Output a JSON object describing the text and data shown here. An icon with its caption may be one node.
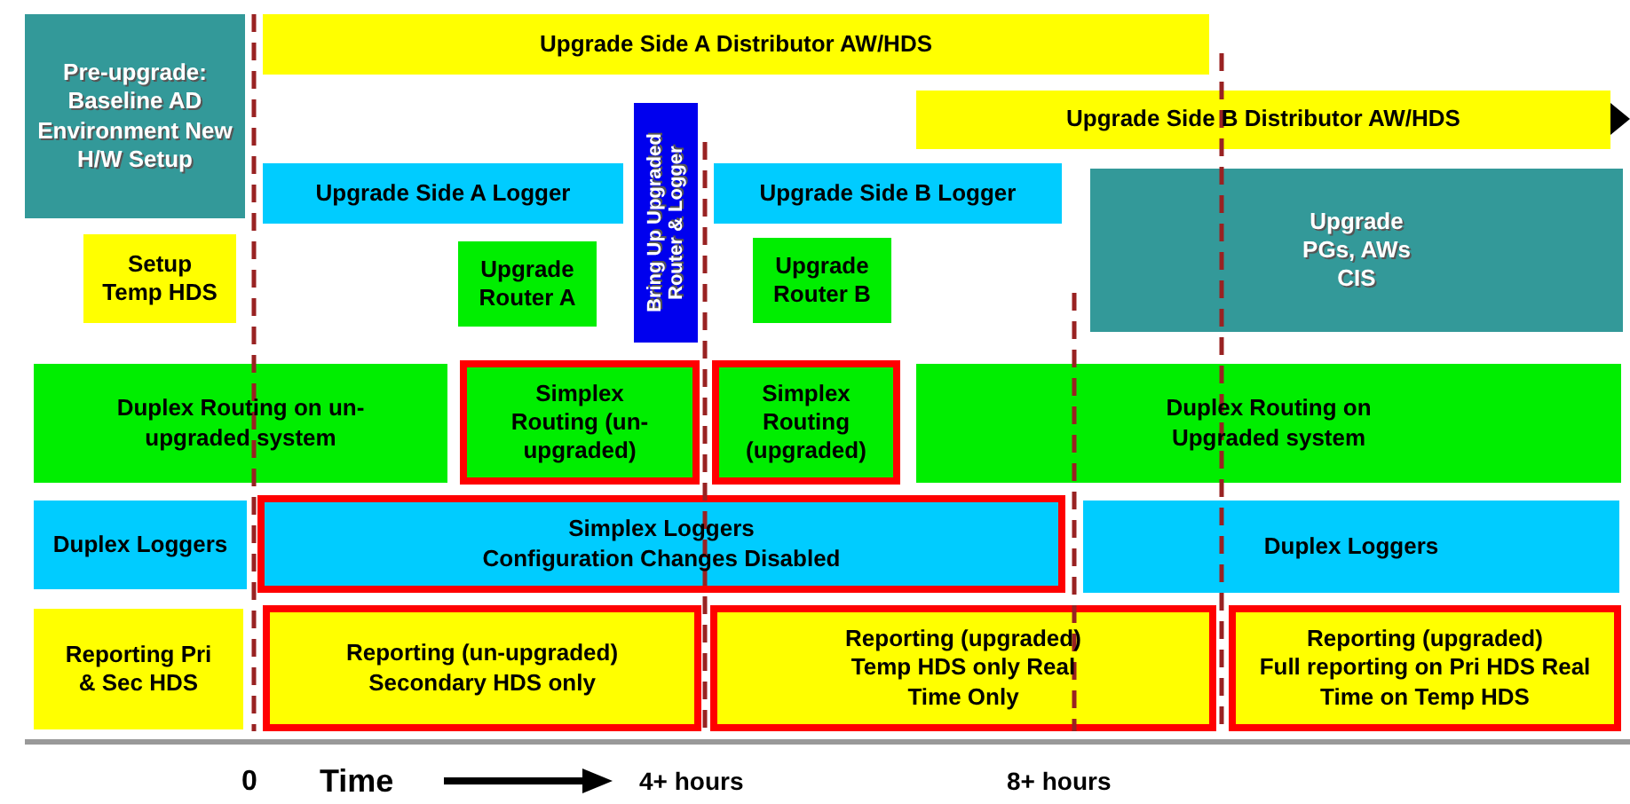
{
  "diagram": {
    "nodes": [
      {
        "text": [
          "Pre-upgrade:",
          "Baseline AD Environment New H/W Setup"
        ]
      },
      {
        "text": [
          "Upgrade Side A Distributor AW/HDS"
        ]
      },
      {
        "text": [
          "Upgrade Side B Distributor AW/HDS"
        ]
      },
      {
        "text": [
          "Setup Temp HDS"
        ]
      },
      {
        "text": [
          "Upgrade Side A Logger"
        ]
      },
      {
        "text": [
          "Upgrade Router A"
        ]
      },
      {
        "text": [
          "Bring Up Upgraded Router & Logger"
        ]
      },
      {
        "text": [
          "Upgrade Side B Logger"
        ]
      },
      {
        "text": [
          "Upgrade Router B"
        ]
      },
      {
        "text": [
          "Upgrade PGs, AWs CIS"
        ]
      },
      {
        "text": [
          "Duplex Routing on un-upgraded system"
        ]
      },
      {
        "text": [
          "Simplex Routing (un-upgraded)"
        ]
      },
      {
        "text": [
          "Simplex Routing (upgraded)"
        ]
      },
      {
        "text": [
          "Duplex Routing on Upgraded system"
        ]
      },
      {
        "text": [
          "Duplex Loggers"
        ]
      },
      {
        "text": [
          "Simplex Loggers",
          "Configuration Changes Disabled"
        ]
      },
      {
        "text": [
          "Duplex Loggers"
        ]
      },
      {
        "text": [
          "Reporting Pri & Sec HDS"
        ]
      },
      {
        "text": [
          "Reporting (un-upgraded)",
          "Secondary HDS only"
        ]
      },
      {
        "text": [
          "Reporting (upgraded)",
          "Temp HDS only Real Time Only"
        ]
      },
      {
        "text": [
          "Reporting (upgraded)",
          "Full reporting on Pri HDS Real Time on Temp HDS"
        ]
      }
    ],
    "labels": [
      "0",
      "Time",
      "4+ hours",
      "8+ hours"
    ]
  }
}
